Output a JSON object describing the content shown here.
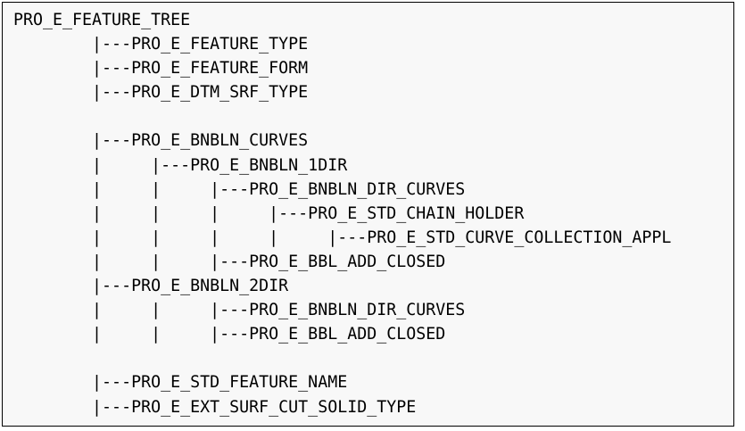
{
  "document": {
    "kind": "ascii-tree-listing",
    "root_label": "PRO_E_FEATURE_TREE",
    "branch_connector": "|---",
    "indent_unit": "|     ",
    "colors": {
      "text": "#000000",
      "background": "#f8f8f8",
      "border": "#000000",
      "page": "#ffffff"
    }
  },
  "tree": {
    "lines": [
      {
        "id": "line-01",
        "text": "PRO_E_FEATURE_TREE",
        "node": "PRO_E_FEATURE_TREE",
        "depth": 0,
        "blank": false
      },
      {
        "id": "line-02",
        "text": "        |---PRO_E_FEATURE_TYPE",
        "node": "PRO_E_FEATURE_TYPE",
        "depth": 1,
        "blank": false
      },
      {
        "id": "line-03",
        "text": "        |---PRO_E_FEATURE_FORM",
        "node": "PRO_E_FEATURE_FORM",
        "depth": 1,
        "blank": false
      },
      {
        "id": "line-04",
        "text": "        |---PRO_E_DTM_SRF_TYPE",
        "node": "PRO_E_DTM_SRF_TYPE",
        "depth": 1,
        "blank": false
      },
      {
        "id": "line-05",
        "text": "",
        "node": "",
        "depth": 0,
        "blank": true
      },
      {
        "id": "line-06",
        "text": "        |---PRO_E_BNBLN_CURVES",
        "node": "PRO_E_BNBLN_CURVES",
        "depth": 1,
        "blank": false
      },
      {
        "id": "line-07",
        "text": "        |     |---PRO_E_BNBLN_1DIR",
        "node": "PRO_E_BNBLN_1DIR",
        "depth": 2,
        "blank": false
      },
      {
        "id": "line-08",
        "text": "        |     |     |---PRO_E_BNBLN_DIR_CURVES",
        "node": "PRO_E_BNBLN_DIR_CURVES",
        "depth": 3,
        "blank": false
      },
      {
        "id": "line-09",
        "text": "        |     |     |     |---PRO_E_STD_CHAIN_HOLDER",
        "node": "PRO_E_STD_CHAIN_HOLDER",
        "depth": 4,
        "blank": false
      },
      {
        "id": "line-10",
        "text": "        |     |     |     |     |---PRO_E_STD_CURVE_COLLECTION_APPL",
        "node": "PRO_E_STD_CURVE_COLLECTION_APPL",
        "depth": 5,
        "blank": false
      },
      {
        "id": "line-11",
        "text": "        |     |     |---PRO_E_BBL_ADD_CLOSED",
        "node": "PRO_E_BBL_ADD_CLOSED",
        "depth": 3,
        "blank": false
      },
      {
        "id": "line-12",
        "text": "        |---PRO_E_BNBLN_2DIR",
        "node": "PRO_E_BNBLN_2DIR",
        "depth": 1,
        "blank": false
      },
      {
        "id": "line-13",
        "text": "        |     |     |---PRO_E_BNBLN_DIR_CURVES",
        "node": "PRO_E_BNBLN_DIR_CURVES",
        "depth": 3,
        "blank": false
      },
      {
        "id": "line-14",
        "text": "        |     |     |---PRO_E_BBL_ADD_CLOSED",
        "node": "PRO_E_BBL_ADD_CLOSED",
        "depth": 3,
        "blank": false
      },
      {
        "id": "line-15",
        "text": "",
        "node": "",
        "depth": 0,
        "blank": true
      },
      {
        "id": "line-16",
        "text": "        |---PRO_E_STD_FEATURE_NAME",
        "node": "PRO_E_STD_FEATURE_NAME",
        "depth": 1,
        "blank": false
      },
      {
        "id": "line-17",
        "text": "        |---PRO_E_EXT_SURF_CUT_SOLID_TYPE",
        "node": "PRO_E_EXT_SURF_CUT_SOLID_TYPE",
        "depth": 1,
        "blank": false
      }
    ]
  }
}
